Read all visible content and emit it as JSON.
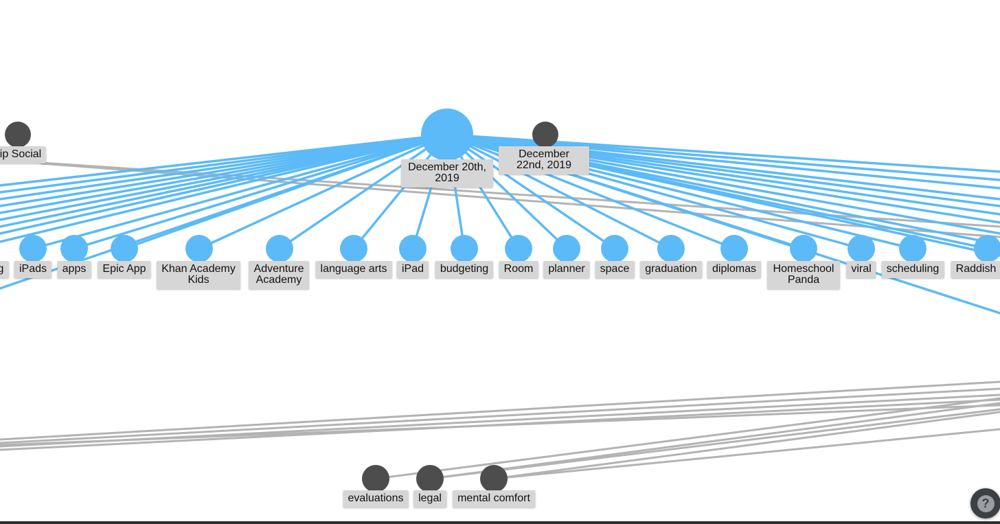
{
  "colors": {
    "topic_node": "#5bbaf7",
    "topic_edge": "#5bbaf7",
    "other_node": "#4d4d4d",
    "other_edge": "#b3b3b3",
    "label_bg": "#d6d6d6"
  },
  "nodes": {
    "hub": "December 20th, 2019",
    "dec22": "December 22nd, 2019",
    "social": "ip Social",
    "g_cut": "g",
    "ipads": "iPads",
    "apps": "apps",
    "epic": "Epic App",
    "khan": "Khan Academy Kids",
    "adventure": "Adventure Academy",
    "langarts": "language arts",
    "ipad": "iPad",
    "budgeting": "budgeting",
    "room": "Room",
    "planner": "planner",
    "space": "space",
    "graduation": "graduation",
    "diplomas": "diplomas",
    "panda": "Homeschool Panda",
    "viral": "viral",
    "scheduling": "scheduling",
    "raddish": "Raddish",
    "evaluations": "evaluations",
    "legal": "legal",
    "mental": "mental comfort"
  },
  "help": {
    "icon": "question-mark-icon",
    "label": "?"
  }
}
